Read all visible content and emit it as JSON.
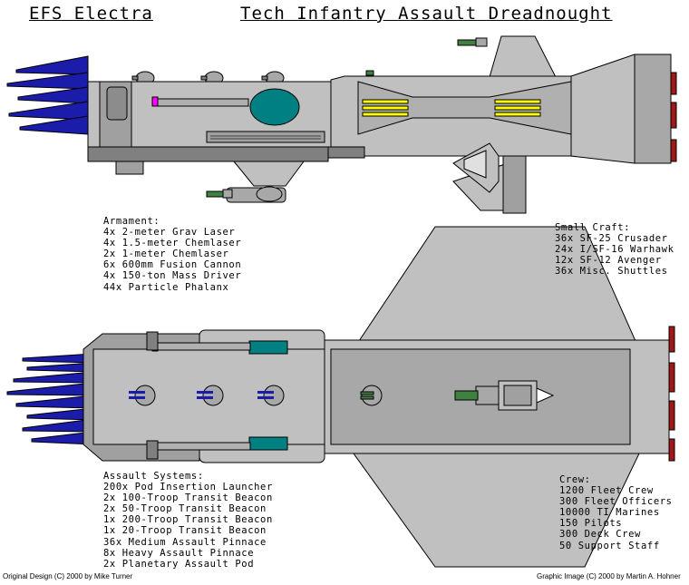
{
  "title": {
    "ship_name": "EFS Electra",
    "ship_class": "Tech Infantry Assault Dreadnought"
  },
  "armament": {
    "heading": "Armament:",
    "items": [
      "4x 2-meter Grav Laser",
      "4x 1.5-meter Chemlaser",
      "2x 1-meter Chemlaser",
      "6x 600mm Fusion Cannon",
      "4x 150-ton Mass Driver",
      "44x Particle Phalanx"
    ]
  },
  "small_craft": {
    "heading": "Small Craft:",
    "items": [
      "36x SF-25 Crusader",
      "24x I/SF-16 Warhawk",
      "12x SF-12 Avenger",
      "36x Misc. Shuttles"
    ]
  },
  "assault_systems": {
    "heading": "Assault Systems:",
    "items": [
      "200x Pod Insertion Launcher",
      "2x 100-Troop Transit Beacon",
      "2x 50-Troop Transit Beacon",
      "1x 200-Troop Transit Beacon",
      "1x 20-Troop Transit Beacon",
      "36x Medium Assault Pinnace",
      "8x Heavy Assault Pinnace",
      "2x Planetary Assault Pod"
    ]
  },
  "crew": {
    "heading": "Crew:",
    "items": [
      "1200 Fleet Crew",
      "300 Fleet Officers",
      "10000 TI Marines",
      "150 Pilots",
      "300 Deck Crew",
      "50 Support Staff"
    ]
  },
  "credits": {
    "original": "Original Design (C) 2000 by Mike Turner",
    "graphic": "Graphic Image (C) 2000 by Martin A. Hohner"
  },
  "colors": {
    "hull": "#c0c0c0",
    "hull_dark": "#808080",
    "thrusters": "#1c1caa",
    "engines": "#a01818",
    "accent": "#008080",
    "windows": "#ffff00",
    "guns": "#408040",
    "magenta": "#ff00ff"
  }
}
